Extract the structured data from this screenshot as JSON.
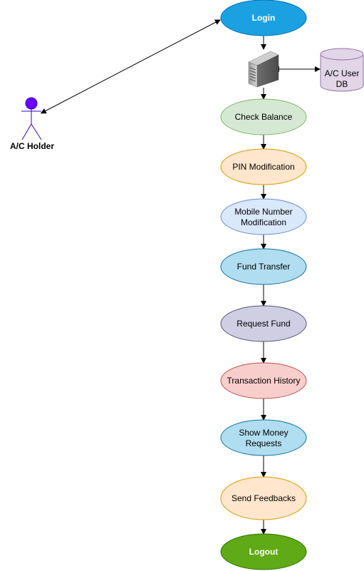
{
  "actor": {
    "label": "A/C Holder",
    "head_color": "#6a00ff",
    "stroke_color": "#3700cc"
  },
  "database": {
    "label_line1": "A/C User",
    "label_line2": "DB",
    "fill": "#e1d5e7",
    "stroke": "#9673a6"
  },
  "server": {
    "icon": "server-icon"
  },
  "nodes": {
    "login": {
      "label": "Login",
      "fill": "#1ba1e2",
      "stroke": "#006eaf",
      "text_color": "#ffffff"
    },
    "check_balance": {
      "label": "Check Balance",
      "fill": "#d5e8d4",
      "stroke": "#82b366"
    },
    "pin_modification": {
      "label": "PIN Modification",
      "fill": "#ffe6cc",
      "stroke": "#d79b00"
    },
    "mobile_number_modification": {
      "line1": "Mobile Number",
      "line2": "Modification",
      "fill": "#dae8fc",
      "stroke": "#6c8ebf"
    },
    "fund_transfer": {
      "label": "Fund Transfer",
      "fill": "#b1ddf0",
      "stroke": "#10739e"
    },
    "request_fund": {
      "label": "Request Fund",
      "fill": "#d0cee2",
      "stroke": "#56517e"
    },
    "transaction_history": {
      "label": "Transaction History",
      "fill": "#f8cecc",
      "stroke": "#b85450"
    },
    "show_money_requests": {
      "line1": "Show Money",
      "line2": "Requests",
      "fill": "#b1ddf0",
      "stroke": "#10739e"
    },
    "send_feedbacks": {
      "label": "Send Feedbacks",
      "fill": "#ffe6cc",
      "stroke": "#d79b00"
    },
    "logout": {
      "label": "Logout",
      "fill": "#60a917",
      "stroke": "#2d7600",
      "text_color": "#ffffff"
    }
  }
}
